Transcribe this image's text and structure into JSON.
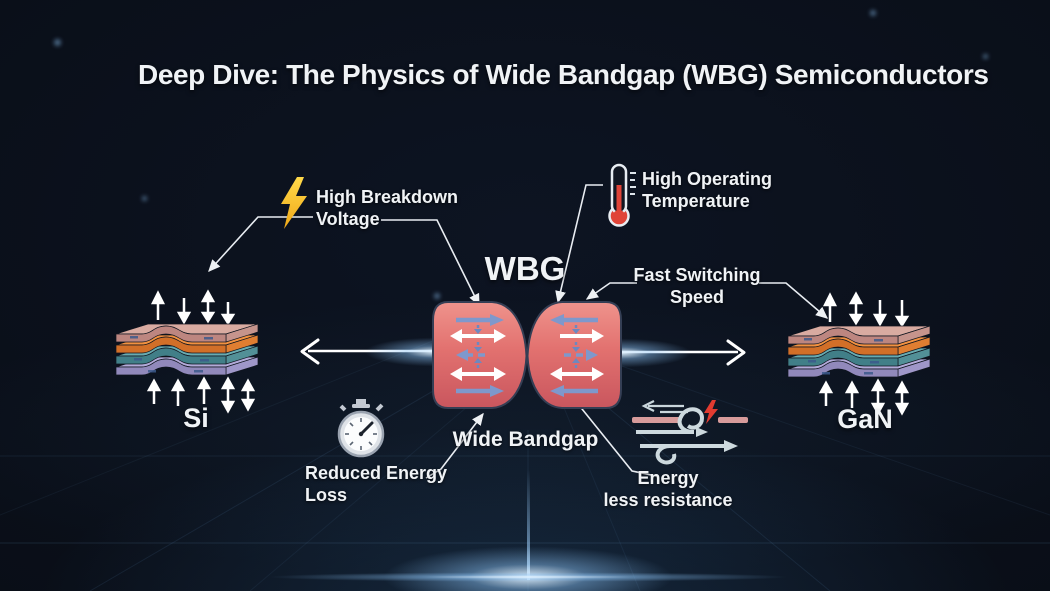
{
  "title": "Deep Dive: The Physics of Wide Bandgap (WBG) Semiconductors",
  "center": {
    "acronym": "WBG",
    "caption": "Wide Bandgap"
  },
  "materials": {
    "left_label": "Si",
    "right_label": "GaN"
  },
  "callouts": {
    "breakdown": {
      "icon": "lightning-icon",
      "line1": "High Breakdown",
      "line2": "Voltage"
    },
    "temperature": {
      "icon": "thermometer-icon",
      "line1": "High Operating",
      "line2": "Temperature"
    },
    "switching": {
      "icon": "",
      "line1": "Fast Switching",
      "line2": "Speed"
    },
    "energy_loss": {
      "icon": "stopwatch-icon",
      "line1": "Reduced Energy",
      "line2": "Loss"
    },
    "resistance": {
      "icon": "energy-flow-icon",
      "line1": "Energy",
      "line2": "less resistance"
    }
  },
  "colors": {
    "background": "#0a0f19",
    "text": "#f0f3f6",
    "glow_blue": "#8fd0ff",
    "cylinder_red": "#e06b6c",
    "cylinder_outline": "#343e54",
    "arrow_blue": "#7e98cc",
    "lightning_yellow": "#ffcf33",
    "thermometer_red": "#e04438",
    "layer_pink": "#d9aba1",
    "layer_orange": "#f29140",
    "layer_teal": "#68abb0",
    "layer_lavender": "#b2aad8"
  }
}
